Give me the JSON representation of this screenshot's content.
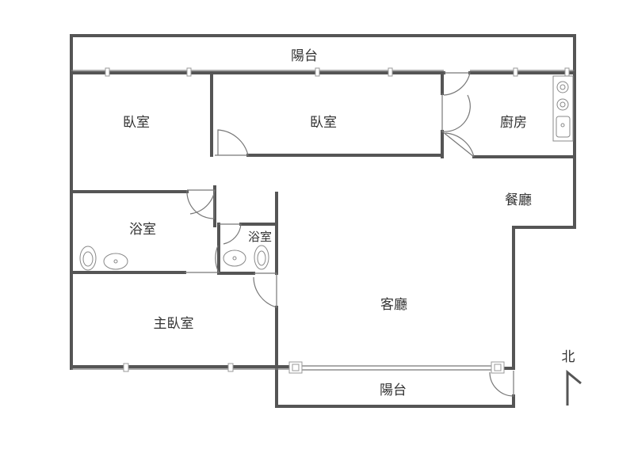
{
  "rooms": {
    "balcony_top": "陽台",
    "bedroom_1": "臥室",
    "bedroom_2": "臥室",
    "kitchen": "廚房",
    "dining": "餐廳",
    "bathroom_1": "浴室",
    "bathroom_2": "浴室",
    "living": "客廳",
    "master_bedroom": "主臥室",
    "balcony_bottom": "陽台"
  },
  "compass": {
    "label": "北"
  },
  "colors": {
    "wall": "#555555",
    "text": "#333333",
    "background": "#ffffff"
  }
}
